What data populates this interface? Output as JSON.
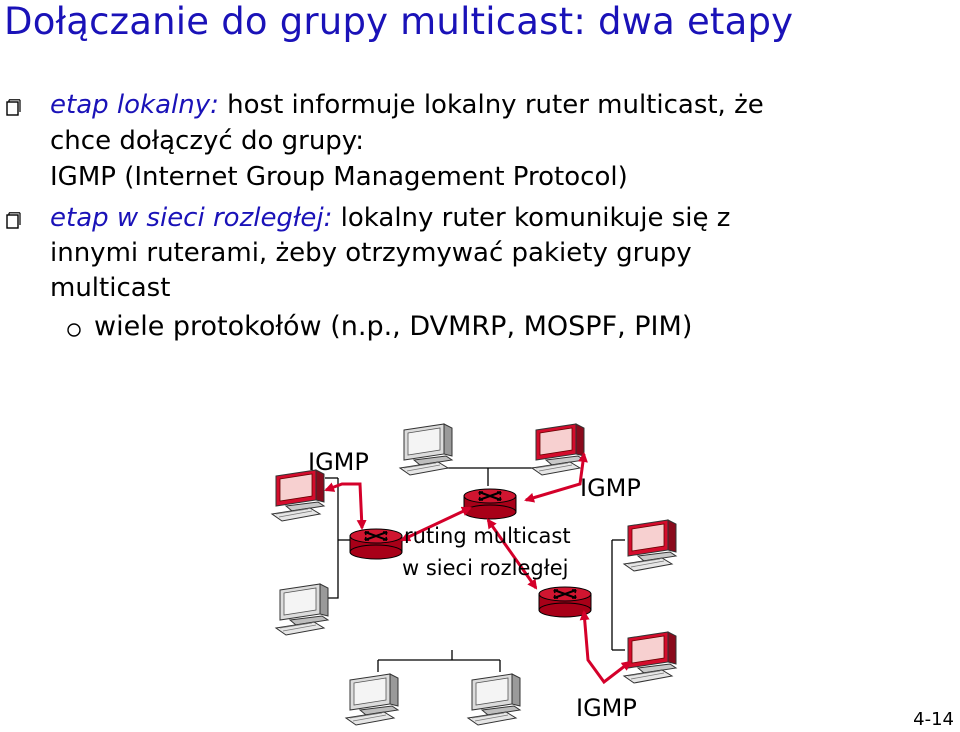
{
  "title": "Dołączanie do grupy multicast: dwa etapy",
  "bullets": [
    {
      "label": "etap lokalny:",
      "lines": [
        " host informuje lokalny ruter multicast, że",
        "chce dołączyć do grupy:",
        "IGMP (Internet Group Management Protocol)"
      ]
    },
    {
      "label": "etap w sieci rozległej:",
      "lines": [
        " lokalny ruter komunikuje się z",
        "innymi ruterami, żeby otrzymywać pakiety grupy",
        "multicast"
      ]
    }
  ],
  "subbullet": "wiele protokołów (n.p., DVMRP, MOSPF, PIM)",
  "diagram": {
    "igmp_top_left": "IGMP",
    "igmp_right": "IGMP",
    "igmp_bottom": "IGMP",
    "routing_line1": "ruting multicast",
    "routing_line2": "w sieci rozległej"
  },
  "page_number": "4-14",
  "colors": {
    "accent": "#1a12b8",
    "arrow": "#d4002a",
    "router": "#b00020"
  }
}
